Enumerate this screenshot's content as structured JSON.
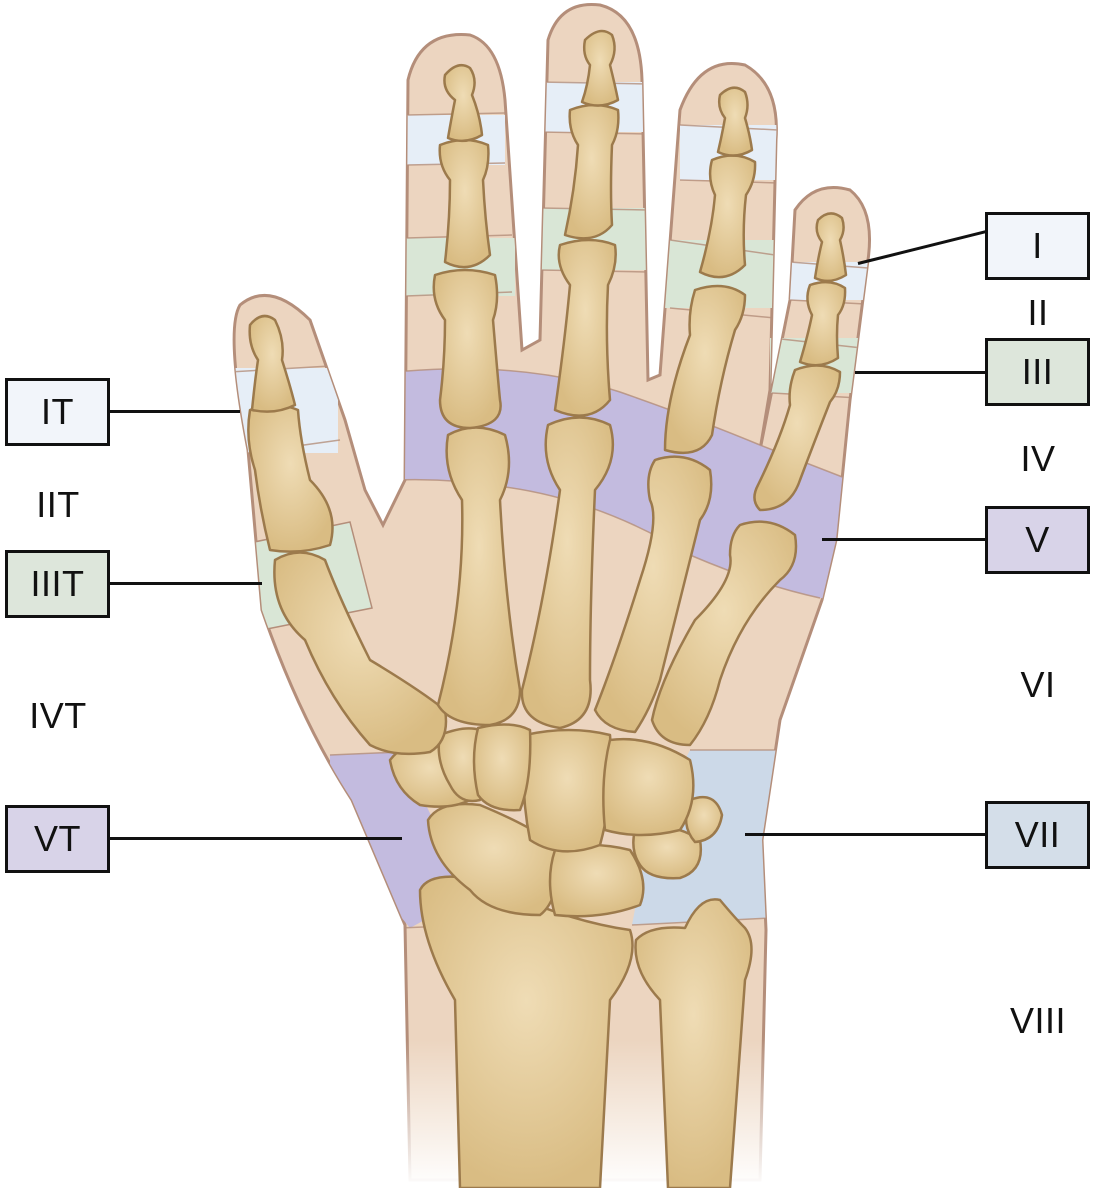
{
  "zones": {
    "I": {
      "label": "I",
      "color": "#f2f5fa"
    },
    "II": {
      "label": "II"
    },
    "III": {
      "label": "III",
      "color": "#dde6db"
    },
    "IV": {
      "label": "IV"
    },
    "V": {
      "label": "V",
      "color": "#d8d3e8"
    },
    "VI": {
      "label": "VI"
    },
    "VII": {
      "label": "VII",
      "color": "#d4dee9"
    },
    "VIII": {
      "label": "VIII"
    },
    "IT": {
      "label": "IT",
      "color": "#f2f5fa"
    },
    "IIT": {
      "label": "IIT"
    },
    "IIIT": {
      "label": "IIIT",
      "color": "#dde6db"
    },
    "IVT": {
      "label": "IVT"
    },
    "VT": {
      "label": "VT",
      "color": "#d8d3e8"
    }
  },
  "palette": {
    "skin": "#ecd5c0",
    "skin_outline": "#b48e7a",
    "bone": "#e3c994",
    "bone_outline": "#9c7a4c",
    "band_light": "#e6eef7",
    "band_green": "#d9e6d6",
    "band_purple": "#c3bbdf",
    "band_blue": "#ccd9e8"
  }
}
